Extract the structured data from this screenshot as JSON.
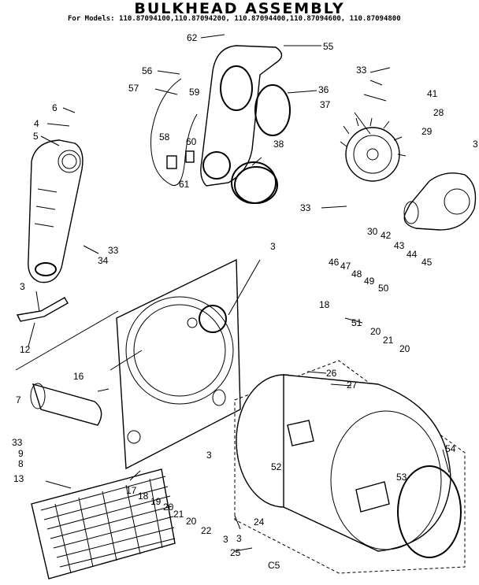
{
  "header": {
    "title": "BULKHEAD ASSEMBLY",
    "models": "For Models: 110.87094100,110.87094200, 110.87094400,110.87094600, 110.87094800"
  },
  "footer": {
    "code": "C5"
  },
  "callouts": [
    {
      "id": "c62a",
      "text": "62"
    },
    {
      "id": "c55",
      "text": "55"
    },
    {
      "id": "c56",
      "text": "56"
    },
    {
      "id": "c57",
      "text": "57"
    },
    {
      "id": "c59",
      "text": "59"
    },
    {
      "id": "c36",
      "text": "36"
    },
    {
      "id": "c33a",
      "text": "33"
    },
    {
      "id": "c41",
      "text": "41"
    },
    {
      "id": "c28",
      "text": "28"
    },
    {
      "id": "c29",
      "text": "29"
    },
    {
      "id": "c37",
      "text": "37"
    },
    {
      "id": "c6",
      "text": "6"
    },
    {
      "id": "c4",
      "text": "4"
    },
    {
      "id": "c5",
      "text": "5"
    },
    {
      "id": "c58",
      "text": "58"
    },
    {
      "id": "c60",
      "text": "60"
    },
    {
      "id": "c61",
      "text": "61"
    },
    {
      "id": "c38",
      "text": "38"
    },
    {
      "id": "c3a",
      "text": "3"
    },
    {
      "id": "c33b",
      "text": "33"
    },
    {
      "id": "c30",
      "text": "30"
    },
    {
      "id": "c42",
      "text": "42"
    },
    {
      "id": "c43",
      "text": "43"
    },
    {
      "id": "c44",
      "text": "44"
    },
    {
      "id": "c45",
      "text": "45"
    },
    {
      "id": "c33c",
      "text": "33"
    },
    {
      "id": "c34",
      "text": "34"
    },
    {
      "id": "c3b",
      "text": "3"
    },
    {
      "id": "c46",
      "text": "46"
    },
    {
      "id": "c47",
      "text": "47"
    },
    {
      "id": "c48",
      "text": "48"
    },
    {
      "id": "c49",
      "text": "49"
    },
    {
      "id": "c50",
      "text": "50"
    },
    {
      "id": "c3c",
      "text": "3"
    },
    {
      "id": "c18a",
      "text": "18"
    },
    {
      "id": "c51",
      "text": "51"
    },
    {
      "id": "c20a",
      "text": "20"
    },
    {
      "id": "c21a",
      "text": "21"
    },
    {
      "id": "c20b",
      "text": "20"
    },
    {
      "id": "c12",
      "text": "12"
    },
    {
      "id": "c26",
      "text": "26"
    },
    {
      "id": "c27",
      "text": "27"
    },
    {
      "id": "c16",
      "text": "16"
    },
    {
      "id": "c7",
      "text": "7"
    },
    {
      "id": "c33d",
      "text": "33"
    },
    {
      "id": "c9",
      "text": "9"
    },
    {
      "id": "c8",
      "text": "8"
    },
    {
      "id": "c52",
      "text": "52"
    },
    {
      "id": "c3d",
      "text": "3"
    },
    {
      "id": "c54",
      "text": "54"
    },
    {
      "id": "c13",
      "text": "13"
    },
    {
      "id": "c17",
      "text": "17"
    },
    {
      "id": "c18b",
      "text": "18"
    },
    {
      "id": "c19",
      "text": "19"
    },
    {
      "id": "c20c",
      "text": "20"
    },
    {
      "id": "c21b",
      "text": "21"
    },
    {
      "id": "c20d",
      "text": "20"
    },
    {
      "id": "c22",
      "text": "22"
    },
    {
      "id": "c53",
      "text": "53"
    },
    {
      "id": "c24",
      "text": "24"
    },
    {
      "id": "c3e",
      "text": "3"
    },
    {
      "id": "c25",
      "text": "25"
    },
    {
      "id": "c3f",
      "text": "3"
    }
  ]
}
